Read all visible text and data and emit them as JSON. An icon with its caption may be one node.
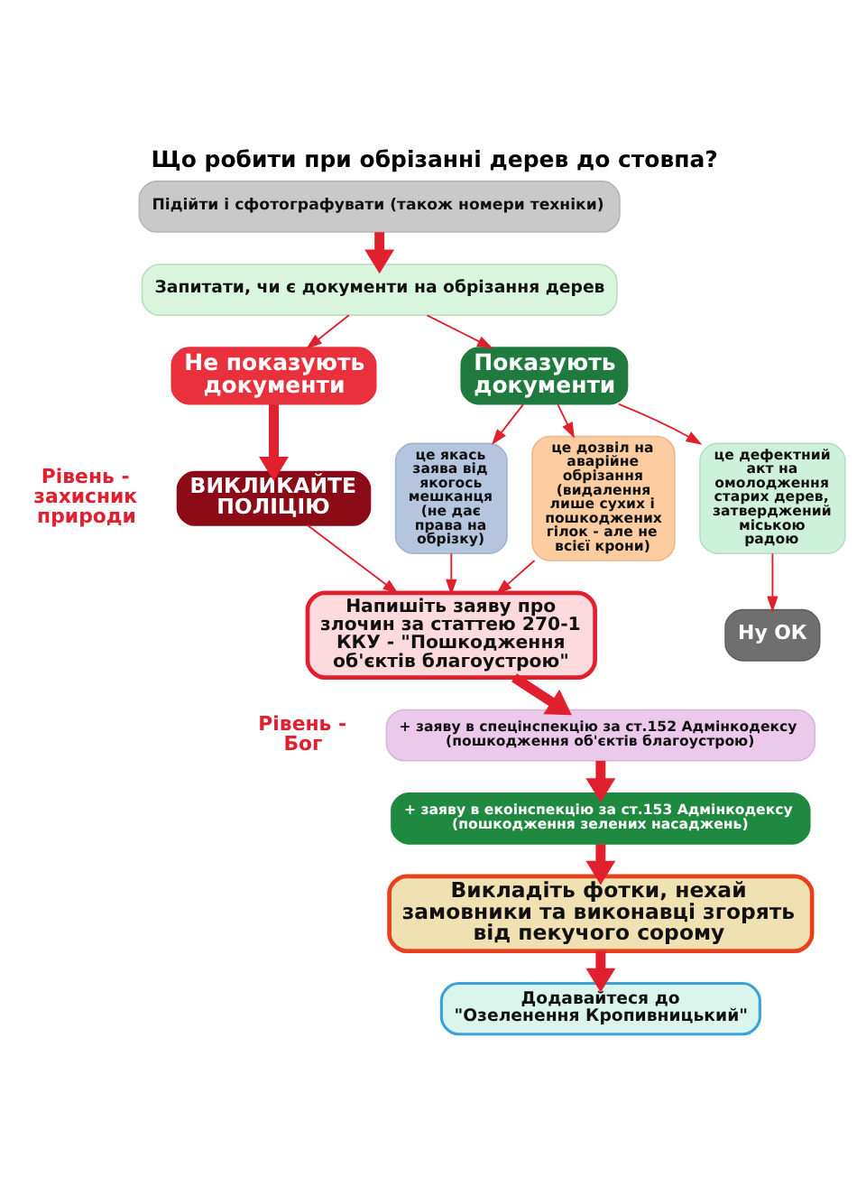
{
  "diagram": {
    "title": "Що робити при обрізанні дерев до стовпа?",
    "nodes": [
      {
        "text": [
          "Підійти і сфотографувати (також номери техніки)"
        ]
      },
      {
        "text": [
          "Запитати, чи є документи на обрізання дерев"
        ]
      },
      {
        "text": [
          "Не показують документи"
        ]
      },
      {
        "text": [
          "Показують документи"
        ]
      },
      {
        "text": [
          "ВИКЛИКАЙТЕ ПОЛІЦІЮ"
        ]
      },
      {
        "text": [
          "це якась заява від якогось мешканця (не дає права на обрізку)"
        ]
      },
      {
        "text": [
          "це дозвіл на аварійне обрізання (видалення лише сухих і пошкоджених гілок - але не всієї крони)"
        ]
      },
      {
        "text": [
          "це дефектний акт на омолодження старих дерев, затверджений міською радою"
        ]
      },
      {
        "text": [
          "Напишіть заяву про злочин за статтею 270-1 ККУ - \"Пошкодження об'єктів благоустрою\""
        ]
      },
      {
        "text": [
          "Ну ОК"
        ]
      },
      {
        "text": [
          "+ заяву в спецінспекцію за ст.152 Адмінкодексу (пошкодження об'єктів благоустрою)"
        ]
      },
      {
        "text": [
          "+ заяву в екоінспекцію за ст.153 Адмінкодексу (пошкодження зелених насаджень)"
        ]
      },
      {
        "text": [
          "Викладіть фотки, нехай замовники та виконавці згорять від пекучого сорому"
        ]
      },
      {
        "text": [
          "Додавайтеся до \"Озеленення Кропивницький\""
        ]
      }
    ],
    "edges": [
      {
        "from": 0,
        "to": 1,
        "arrow": "to",
        "style": "thick"
      },
      {
        "from": 1,
        "to": 2,
        "arrow": "to"
      },
      {
        "from": 1,
        "to": 3,
        "arrow": "to"
      },
      {
        "from": 2,
        "to": 4,
        "arrow": "to",
        "style": "thick"
      },
      {
        "from": 3,
        "to": 5,
        "arrow": "to"
      },
      {
        "from": 3,
        "to": 6,
        "arrow": "to"
      },
      {
        "from": 3,
        "to": 7,
        "arrow": "to"
      },
      {
        "from": 4,
        "to": 8,
        "arrow": "to"
      },
      {
        "from": 5,
        "to": 8,
        "arrow": "to"
      },
      {
        "from": 6,
        "to": 8,
        "arrow": "to"
      },
      {
        "from": 7,
        "to": 9,
        "arrow": "to"
      },
      {
        "from": 8,
        "to": 10,
        "arrow": "to",
        "style": "thick"
      },
      {
        "from": 10,
        "to": 11,
        "arrow": "to",
        "style": "thick"
      },
      {
        "from": 11,
        "to": 12,
        "arrow": "to",
        "style": "thick"
      },
      {
        "from": 12,
        "to": 13,
        "arrow": "to",
        "style": "thick"
      }
    ],
    "labels": [
      "Рівень - захисник природи",
      "Рівень - Бог"
    ]
  }
}
